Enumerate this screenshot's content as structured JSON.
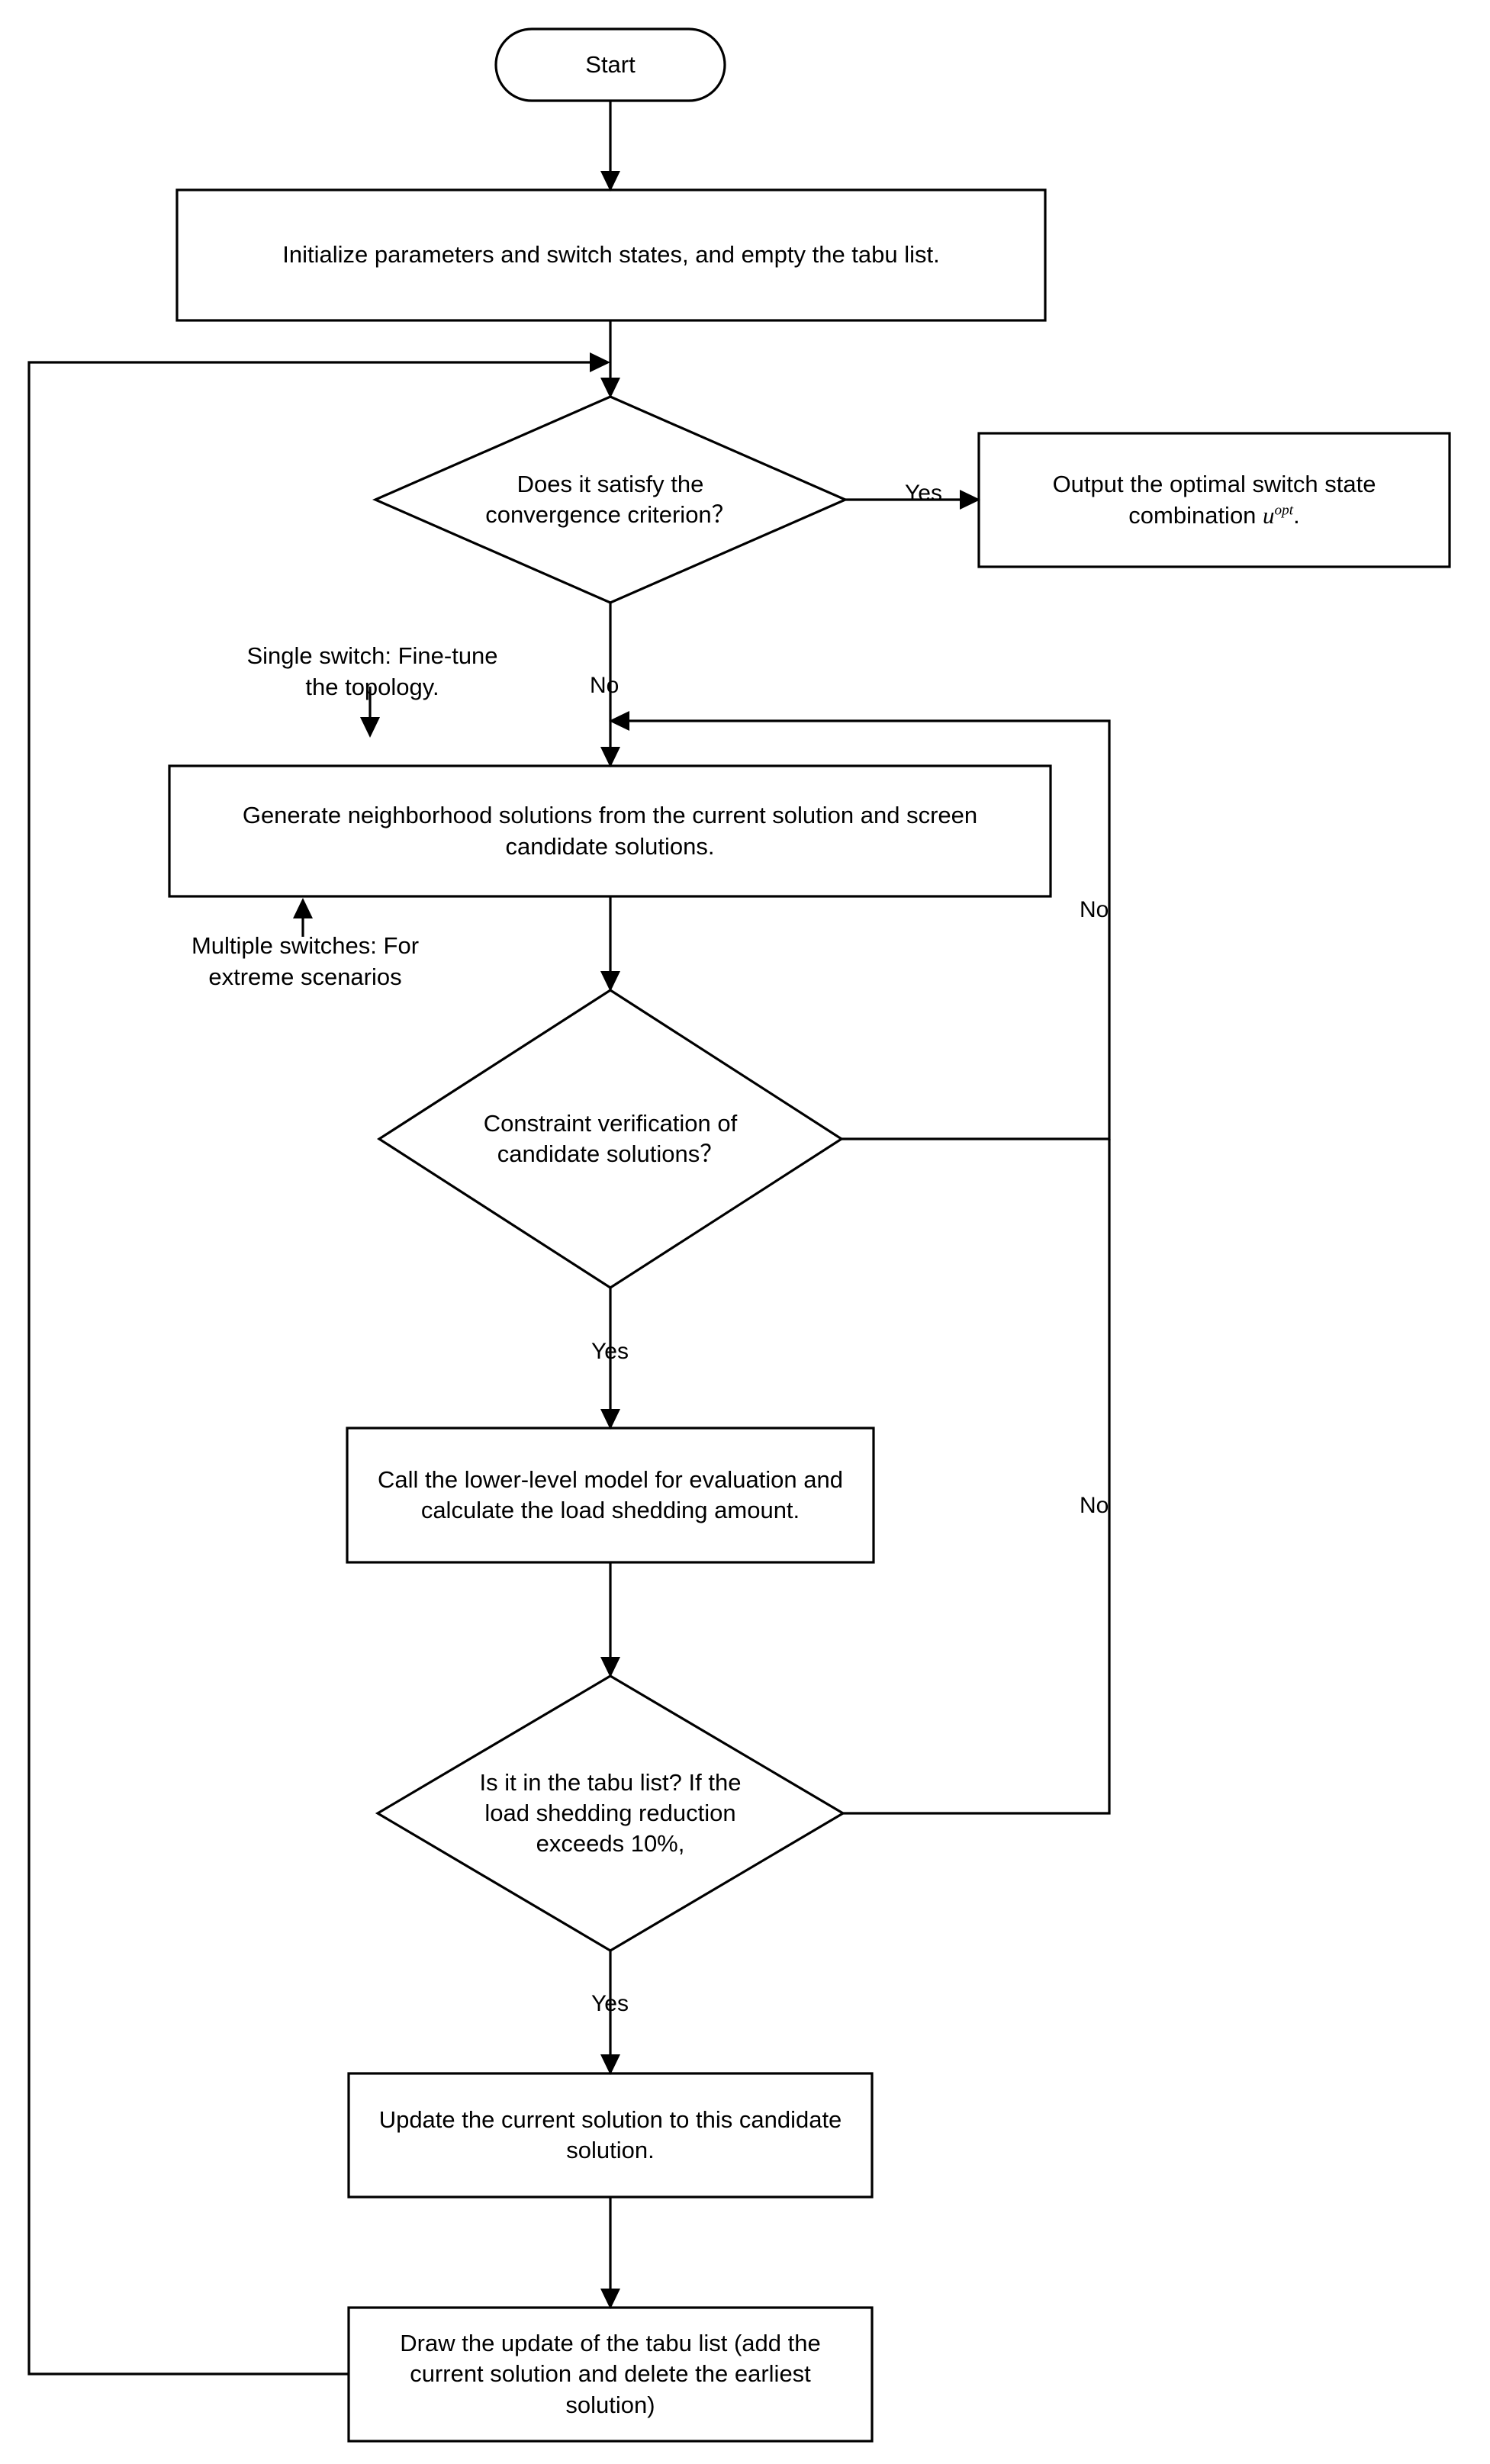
{
  "diagram": {
    "title": "Tabu search flowchart for optimal switch state combination",
    "stroke_color": "#000000",
    "fill_color": "#ffffff",
    "background": "#ffffff"
  },
  "nodes": {
    "start": {
      "label": "Start",
      "shape": "stadium"
    },
    "initialize": {
      "label": "Initialize parameters and switch states, and empty the tabu list.",
      "shape": "rectangle"
    },
    "convergence": {
      "label": "Does it satisfy the\nconvergence criterion？",
      "shape": "diamond"
    },
    "output": {
      "label_pre": "Output the optimal switch state\ncombination ",
      "label_var": "u",
      "label_sup": "opt",
      "label_post": ".",
      "shape": "rectangle"
    },
    "generate": {
      "label": "Generate neighborhood solutions from the current solution and screen candidate solutions.",
      "shape": "rectangle"
    },
    "constraint": {
      "label": "Constraint verification of\ncandidate solutions？",
      "shape": "diamond"
    },
    "evaluate": {
      "label": "Call the lower-level model for evaluation and calculate the load shedding amount.",
      "shape": "rectangle"
    },
    "tabu_check": {
      "label": "Is it in the tabu list? If the\nload shedding reduction\nexceeds 10%,",
      "shape": "diamond"
    },
    "update_solution": {
      "label": "Update the current solution to this candidate solution.",
      "shape": "rectangle"
    },
    "update_tabu": {
      "label": "Draw the update of the tabu list (add the current solution and delete the earliest solution)",
      "shape": "rectangle"
    }
  },
  "edge_labels": {
    "convergence_yes": "Yes",
    "convergence_no": "No",
    "constraint_yes": "Yes",
    "constraint_no": "No",
    "tabu_yes": "Yes",
    "tabu_no": "No"
  },
  "annotations": {
    "single_switch": "Single switch: Fine-tune\nthe topology.",
    "multiple_switches": "Multiple switches: For\nextreme scenarios"
  }
}
